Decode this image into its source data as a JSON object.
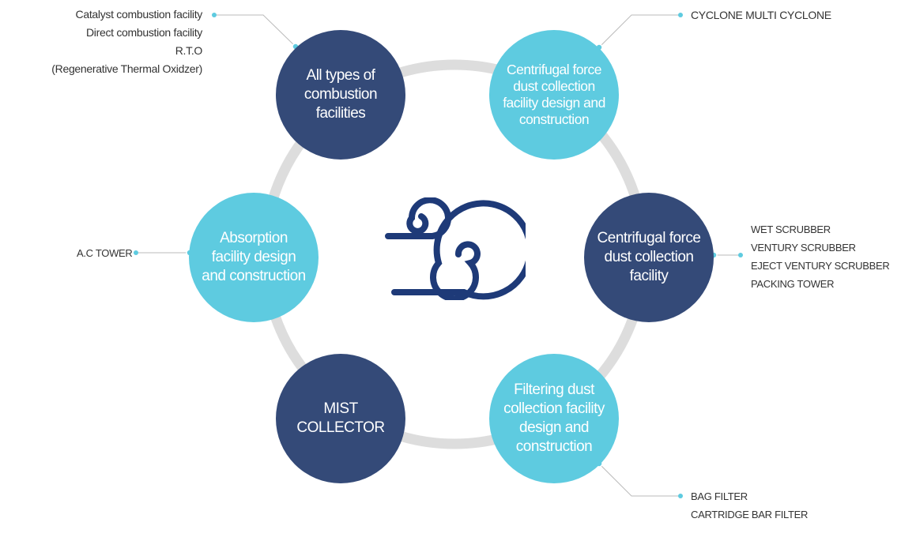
{
  "colors": {
    "dark_node": "#344a78",
    "light_node": "#5ecbe0",
    "ring": "#dddddd",
    "icon": "#1e3a78",
    "connector": "#5ecbe0"
  },
  "center_icon": "wind-swirl-icon",
  "nodes": {
    "combustion": "All types of combustion facilities",
    "centrifugal_design": "Centrifugal force dust collection facility design and construction",
    "centrifugal": "Centrifugal force dust collection facility",
    "filtering": "Filtering dust collection facility design and construction",
    "mist": "MIST COLLECTOR",
    "absorption": "Absorption facility design and construction"
  },
  "labels": {
    "combustion": [
      "Catalyst combustion facility",
      "Direct combustion facility",
      "R.T.O",
      "(Regenerative Thermal Oxidzer)"
    ],
    "centrifugal_design": [
      "CYCLONE MULTI CYCLONE"
    ],
    "centrifugal": [
      "WET SCRUBBER",
      "VENTURY SCRUBBER",
      "EJECT VENTURY SCRUBBER",
      "PACKING TOWER"
    ],
    "filtering": [
      "BAG FILTER",
      "CARTRIDGE BAR FILTER"
    ],
    "absorption": [
      "A.C TOWER"
    ]
  }
}
